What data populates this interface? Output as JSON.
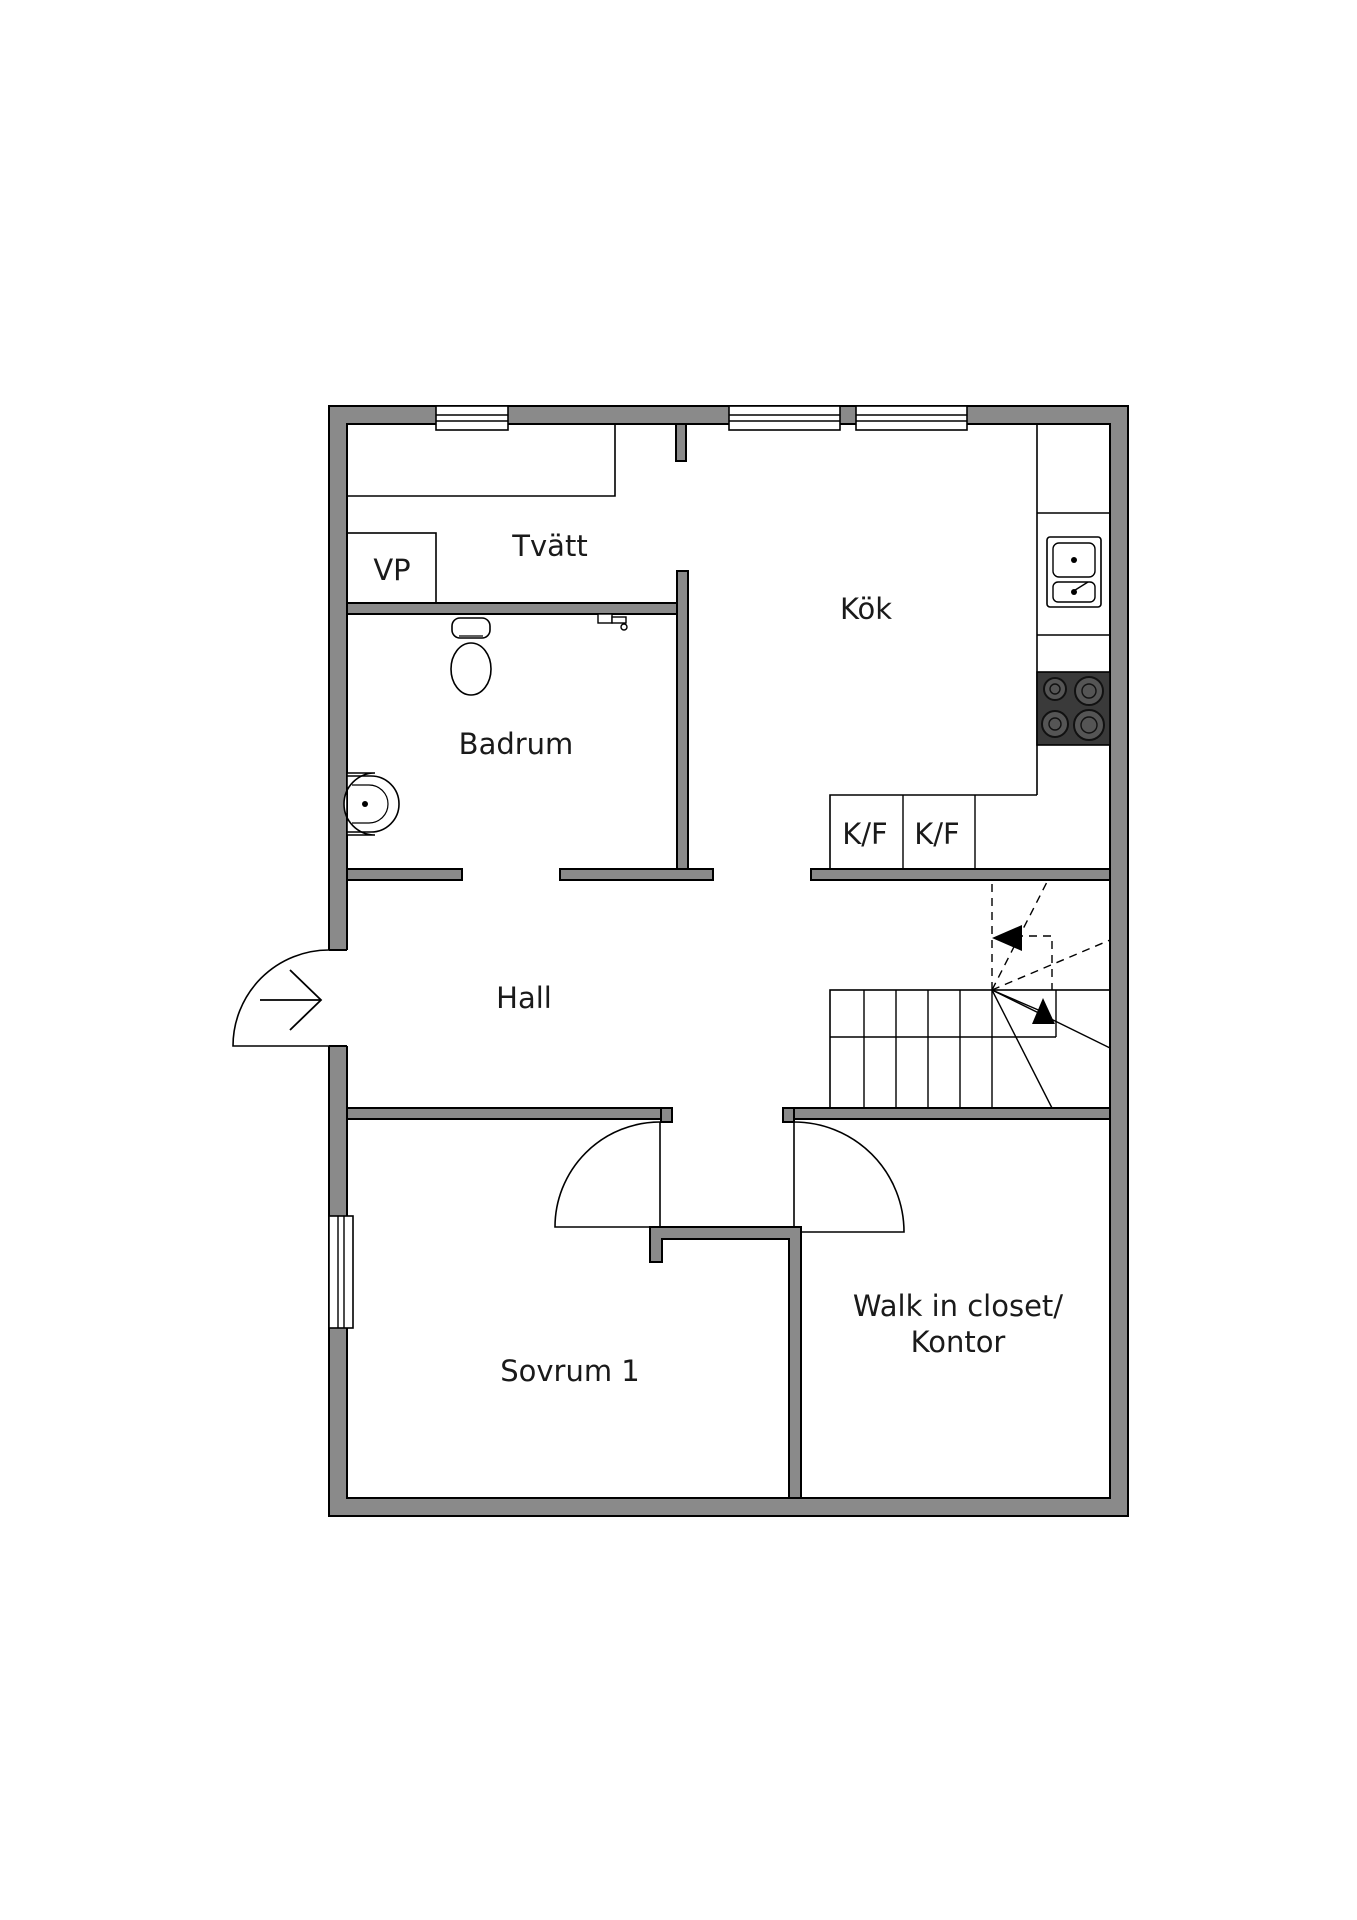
{
  "rooms": {
    "tvatt": "Tvätt",
    "vp": "VP",
    "kok": "Kök",
    "badrum": "Badrum",
    "kf1": "K/F",
    "kf2": "K/F",
    "hall": "Hall",
    "sovrum": "Sovrum 1",
    "walkin_line1": "Walk in closet/",
    "walkin_line2": "Kontor"
  },
  "colors": {
    "wall_fill": "#8a8a8a",
    "line": "#000000",
    "background": "#ffffff"
  }
}
